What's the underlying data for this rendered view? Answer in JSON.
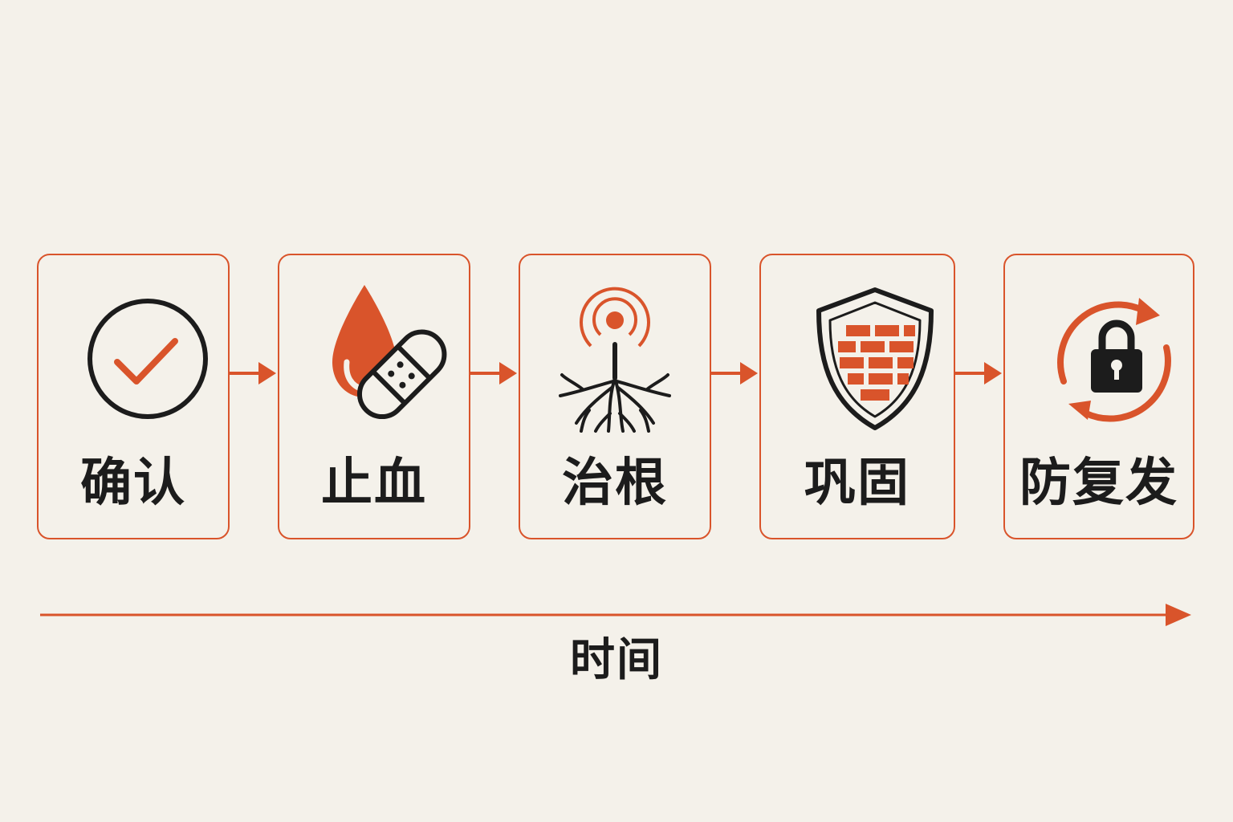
{
  "colors": {
    "accent": "#d9542b",
    "ink": "#1c1c1c",
    "background": "#f4f1ea"
  },
  "steps": [
    {
      "label": "确认",
      "icon": "check-circle-icon"
    },
    {
      "label": "止血",
      "icon": "blood-drop-bandage-icon"
    },
    {
      "label": "治根",
      "icon": "root-signal-icon"
    },
    {
      "label": "巩固",
      "icon": "shield-brick-wall-icon"
    },
    {
      "label": "防复发",
      "icon": "lock-refresh-icon"
    }
  ],
  "timeline": {
    "label": "时间"
  }
}
